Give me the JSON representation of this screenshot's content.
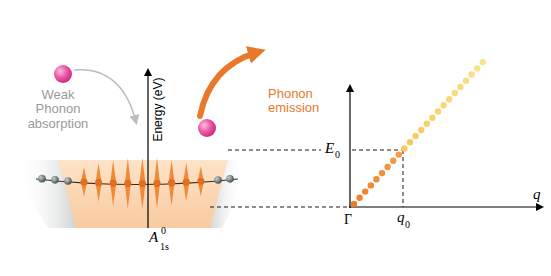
{
  "diagram": {
    "labels": [
      "Weak Phonon absorption",
      "Phonon emission",
      "Energy (eV)",
      "A",
      "1s",
      "0",
      "E",
      "0",
      "Γ",
      "q",
      "0",
      "q"
    ]
  }
}
